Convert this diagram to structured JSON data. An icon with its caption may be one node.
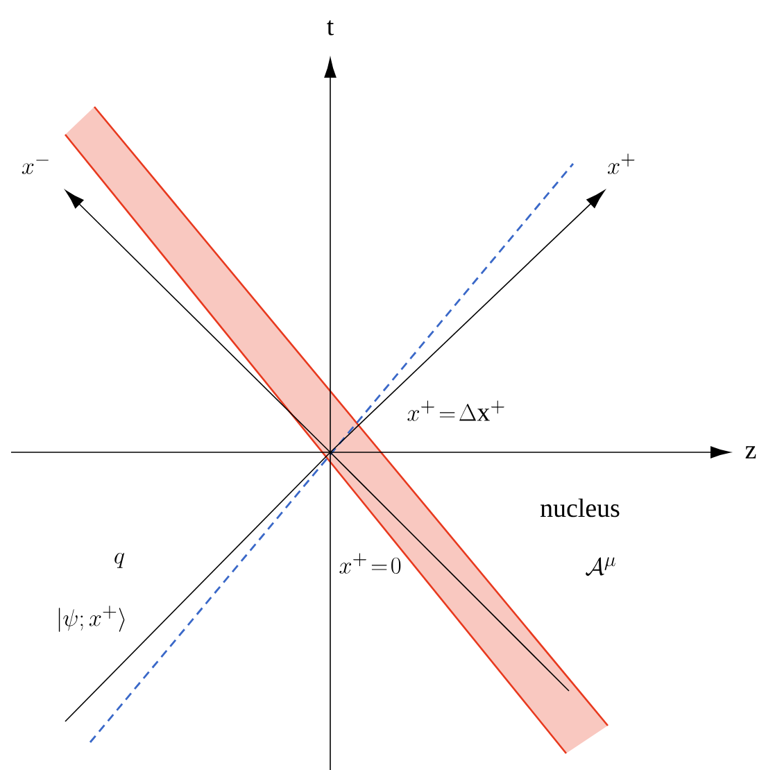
{
  "diagram": {
    "labels": [
      "t",
      "x^{-}",
      "x^{+}",
      "z",
      "x^{+}\\!=\\!\\Delta\\mathrm{x}^{+}",
      "nucleus",
      "\\mathcal{A}^{\\mu}",
      "q",
      "|\\psi;x^{+}\\rangle",
      "x^{+}\\!=\\!0"
    ]
  }
}
